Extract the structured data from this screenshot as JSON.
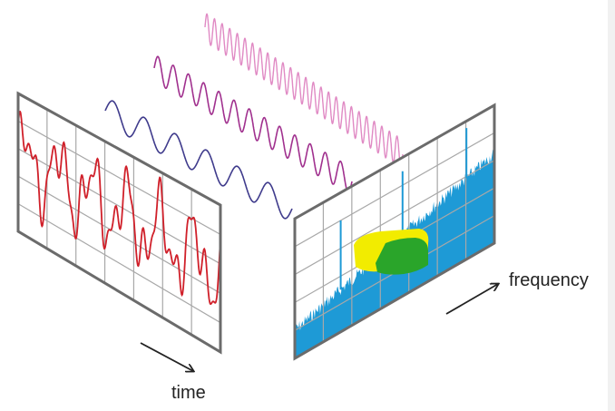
{
  "labels": {
    "time": "time",
    "frequency": "frequency"
  },
  "colors": {
    "time_signal": "#d0202a",
    "wave_low": "#3f3b8c",
    "wave_mid": "#a0308e",
    "wave_high": "#e08ac4",
    "spectrum_fill": "#1e9ad6",
    "panel_frame": "#6b6b6b",
    "grid": "#a8a8a8",
    "highlight_yellow": "#f2ec00",
    "highlight_green": "#2aa52a"
  },
  "waves": [
    {
      "name": "low-frequency-wave",
      "cycles": 6
    },
    {
      "name": "mid-frequency-wave",
      "cycles": 13
    },
    {
      "name": "high-frequency-wave",
      "cycles": 26
    }
  ]
}
